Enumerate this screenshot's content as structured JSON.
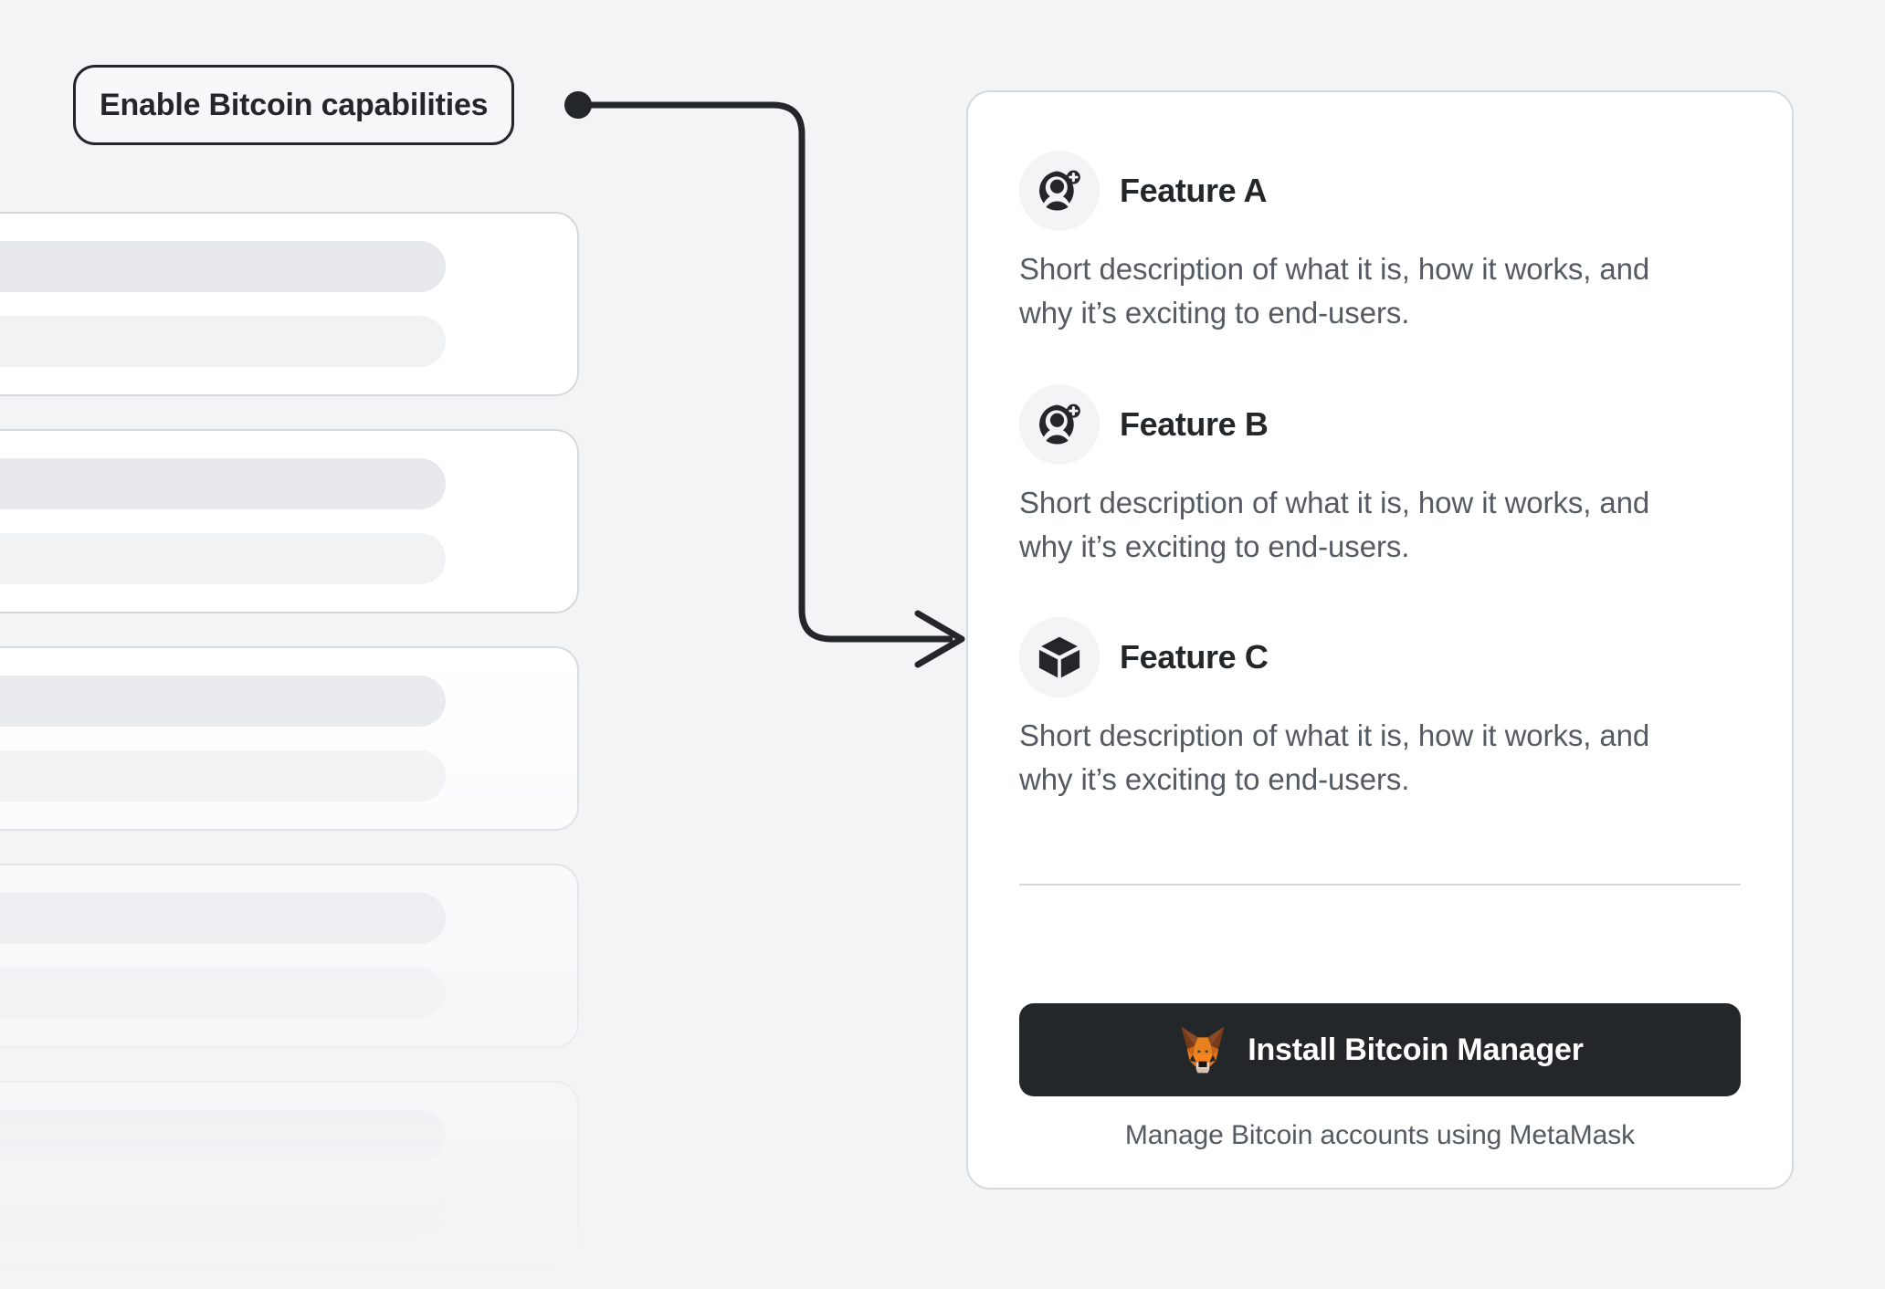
{
  "canvas": {
    "background_color": "#F2F4F6"
  },
  "callout": {
    "label": "Enable Bitcoin capabilities",
    "border_color": "#24272A",
    "dot_icon": "connector-dot-icon",
    "arrow_icon": "elbow-arrow-icon"
  },
  "background_placeholders": {
    "card_count": 5,
    "bars_per_card": 2
  },
  "card": {
    "border_color": "#D6D9DC",
    "features": [
      {
        "icon": "add-account-icon",
        "title": "Feature A",
        "description": "Short description of what it is, how it works, and why it’s exciting to end-users."
      },
      {
        "icon": "add-account-icon",
        "title": "Feature B",
        "description": "Short description of what it is, how it works, and why it’s exciting to end-users."
      },
      {
        "icon": "cube-icon",
        "title": "Feature C",
        "description": "Short description of what it is, how it works, and why it’s exciting to end-users."
      }
    ],
    "footer": {
      "button_label": "Install Bitcoin Manager",
      "button_icon": "metamask-fox-icon",
      "button_color": "#24272A",
      "caption": "Manage Bitcoin accounts using MetaMask"
    }
  }
}
